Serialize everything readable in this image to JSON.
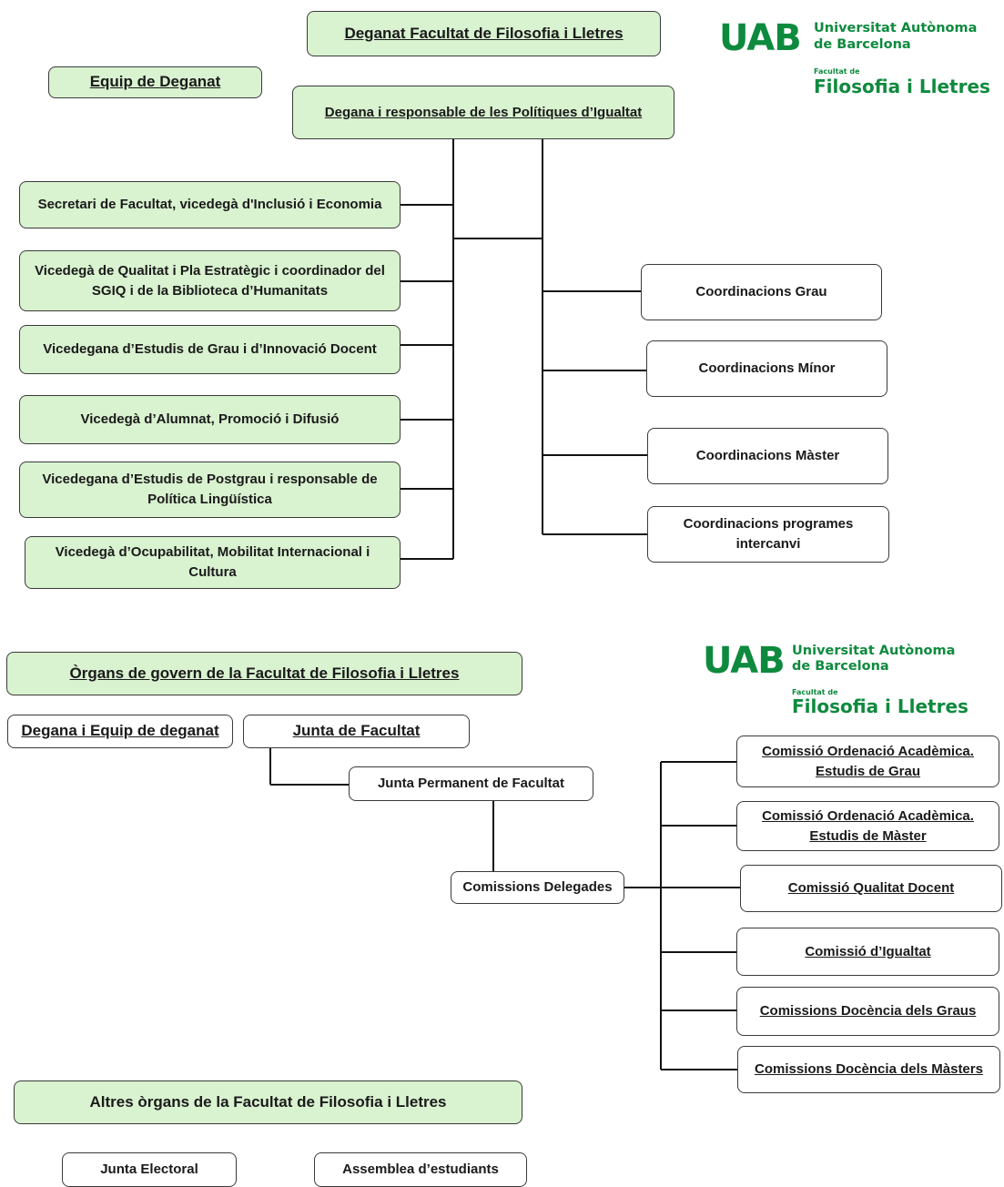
{
  "logo": {
    "mark": "UAB",
    "university_line1": "Universitat Autònoma",
    "university_line2": "de Barcelona",
    "faculty_prefix": "Facultat de",
    "faculty_name": "Filosofia i Lletres"
  },
  "deanery": {
    "title": "Deganat Facultat de Filosofia i Lletres",
    "team_heading": "Equip de Deganat",
    "dean": "Degana i responsable de les Polítiques d’Igualtat",
    "vice_deans": [
      "Secretari de Facultat, vicedegà d'Inclusió i Economia",
      "Vicedegà de Qualitat i Pla Estratègic i coordinador del SGIQ i de la Biblioteca d’Humanitats",
      "Vicedegana d’Estudis de Grau i d’Innovació Docent",
      "Vicedegà d’Alumnat, Promoció i Difusió",
      "Vicedegana d’Estudis de Postgrau i responsable de Política Lingüística",
      "Vicedegà d’Ocupabilitat, Mobilitat Internacional i Cultura"
    ],
    "coordinations": [
      "Coordinacions Grau",
      "Coordinacions Mínor",
      "Coordinacions Màster",
      "Coordinacions programes intercanvi"
    ]
  },
  "governance": {
    "title": "Òrgans de govern de la Facultat de Filosofia i Lletres",
    "dean_team": "Degana i Equip de deganat",
    "faculty_board": "Junta de Facultat",
    "permanent_board": "Junta Permanent de Facultat",
    "delegated": "Comissions Delegades",
    "commissions": [
      "Comissió Ordenació Acadèmica. Estudis de Grau",
      "Comissió Ordenació Acadèmica. Estudis de Màster",
      "Comissió Qualitat Docent",
      "Comissió d’Igualtat",
      "Comissions Docència dels Graus",
      "Comissions Docència dels Màsters"
    ]
  },
  "other": {
    "title": "Altres òrgans de la Facultat de Filosofia i Lletres",
    "electoral": "Junta Electoral",
    "assembly": "Assemblea d’estudiants"
  }
}
